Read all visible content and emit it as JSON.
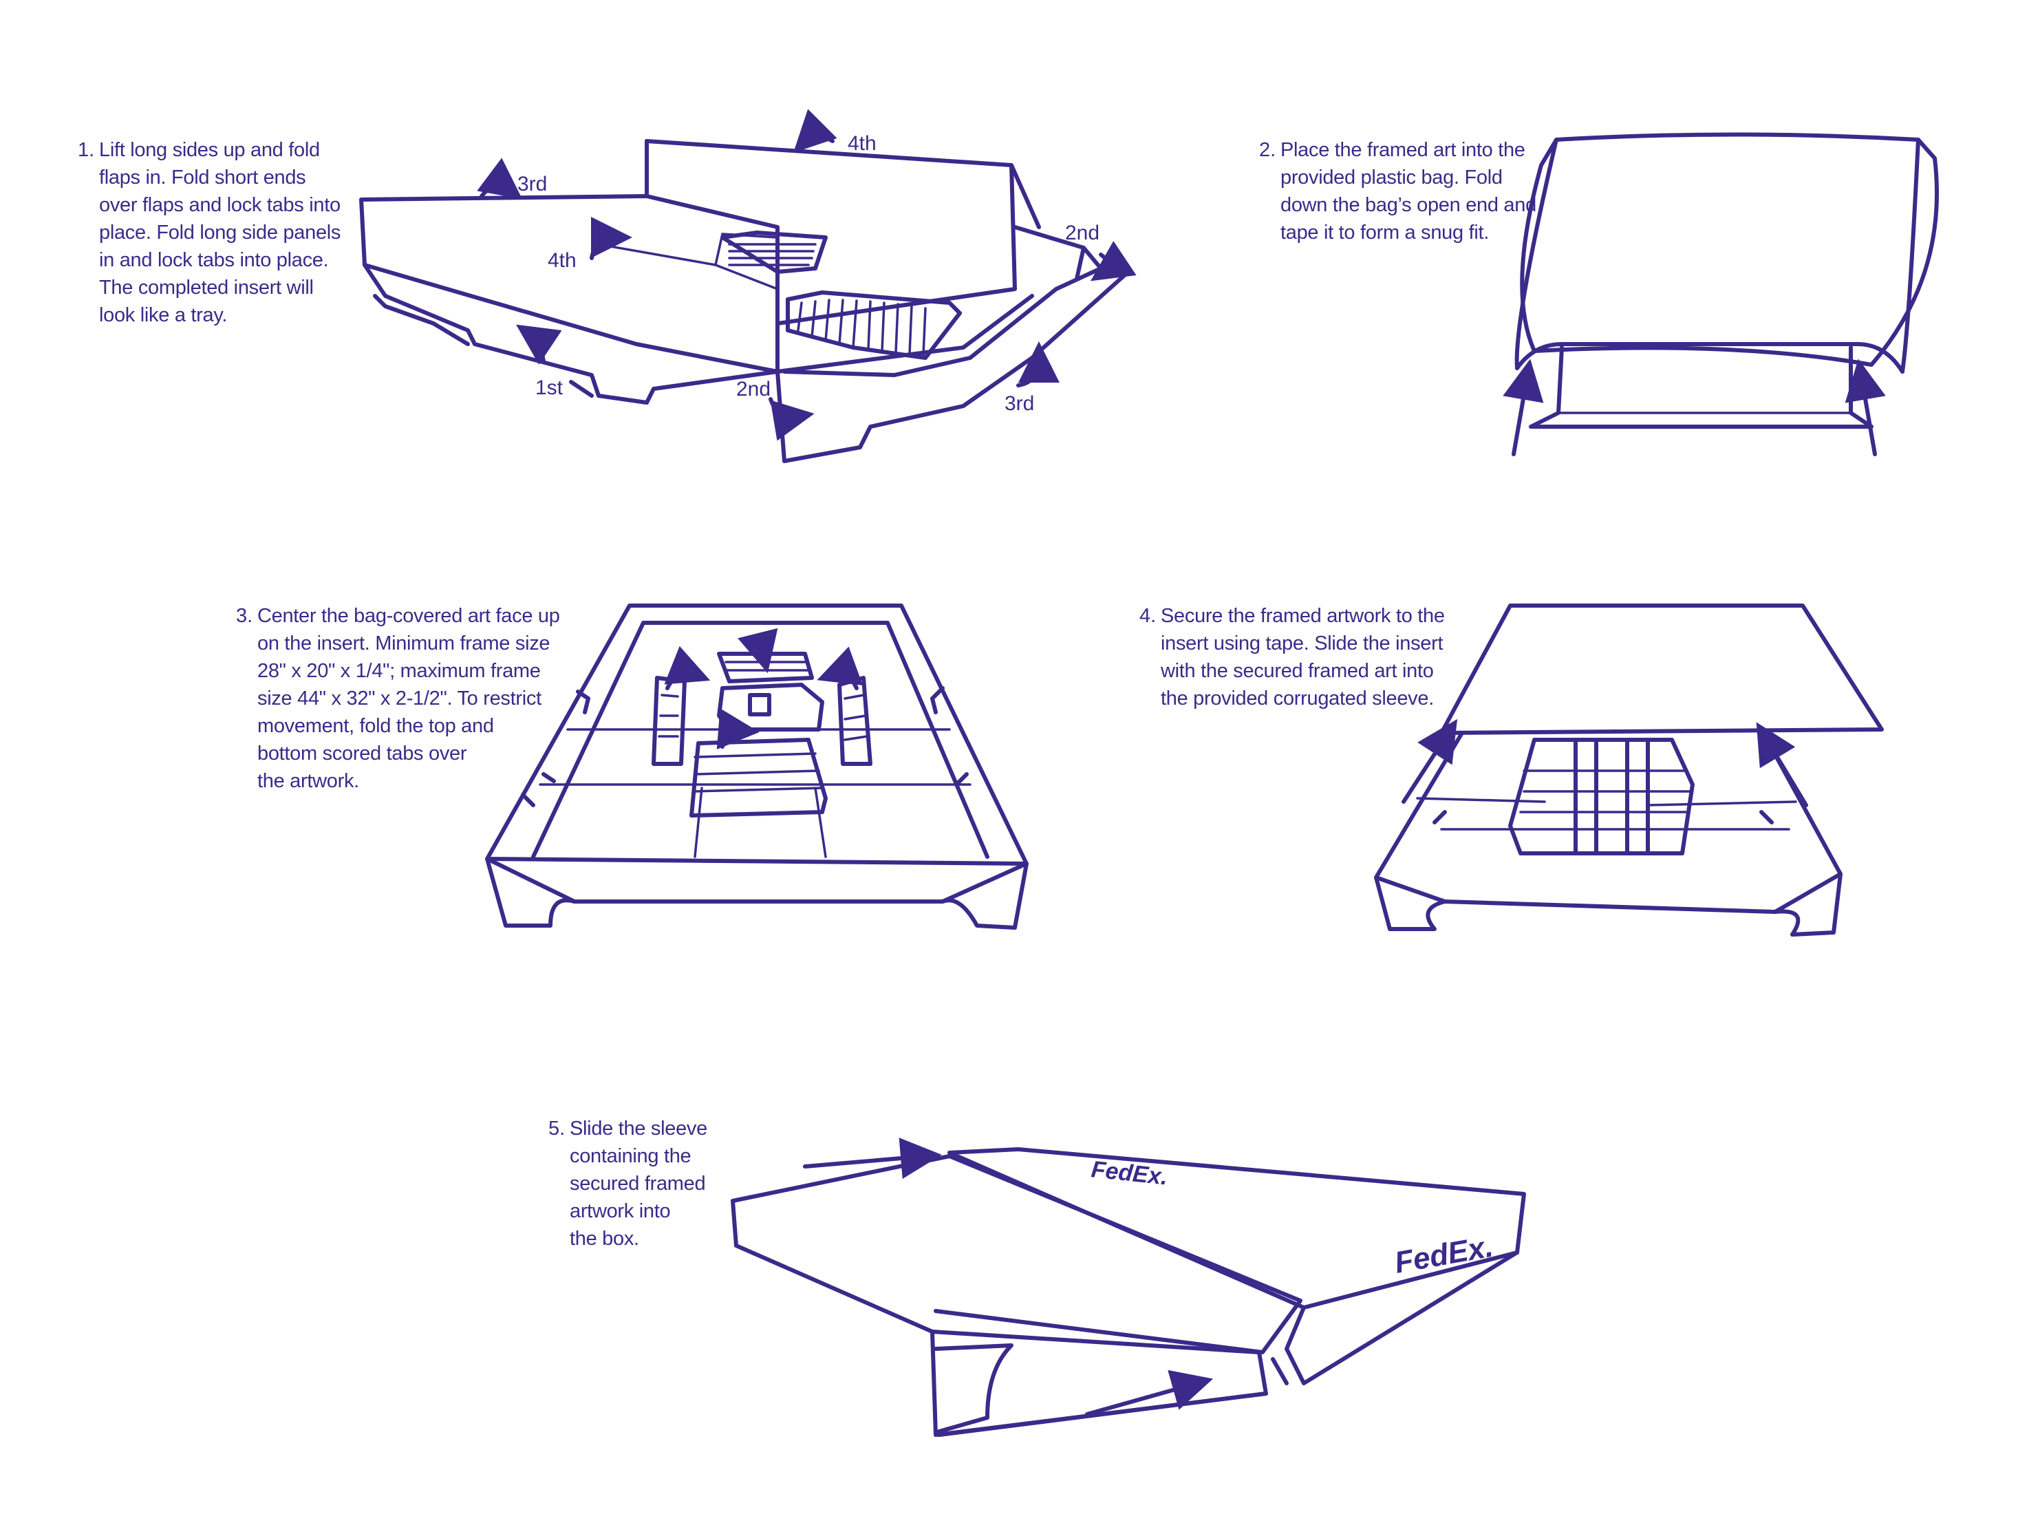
{
  "brand": {
    "color": "#3b2a8a",
    "logo_text": "FedEx."
  },
  "steps": [
    {
      "number": "1.",
      "lines": [
        "Lift long sides up and fold",
        "flaps in. Fold short ends",
        "over flaps and lock tabs into",
        "place. Fold long side panels",
        "in and lock tabs into place.",
        "The completed insert will",
        "look like a tray."
      ]
    },
    {
      "number": "2.",
      "lines": [
        "Place the framed art into the",
        "provided plastic bag. Fold",
        "down the bag’s open end and",
        "tape it to form a snug fit."
      ]
    },
    {
      "number": "3.",
      "lines": [
        "Center the bag-covered art face up",
        "on the insert. Minimum frame size",
        "28\" x 20\" x 1/4\"; maximum frame",
        "size 44\" x 32\" x 2-1/2\". To restrict",
        "movement, fold the top and",
        "bottom scored tabs over",
        "the artwork."
      ]
    },
    {
      "number": "4.",
      "lines": [
        "Secure the framed artwork to the",
        "insert using tape. Slide the insert",
        "with the secured framed art into",
        "the provided corrugated sleeve."
      ]
    },
    {
      "number": "5.",
      "lines": [
        "Slide the sleeve",
        "containing the",
        "secured framed",
        "artwork into",
        "the box."
      ]
    }
  ],
  "fold_labels": {
    "first": "1st",
    "second": "2nd",
    "third": "3rd",
    "fourth": "4th"
  }
}
